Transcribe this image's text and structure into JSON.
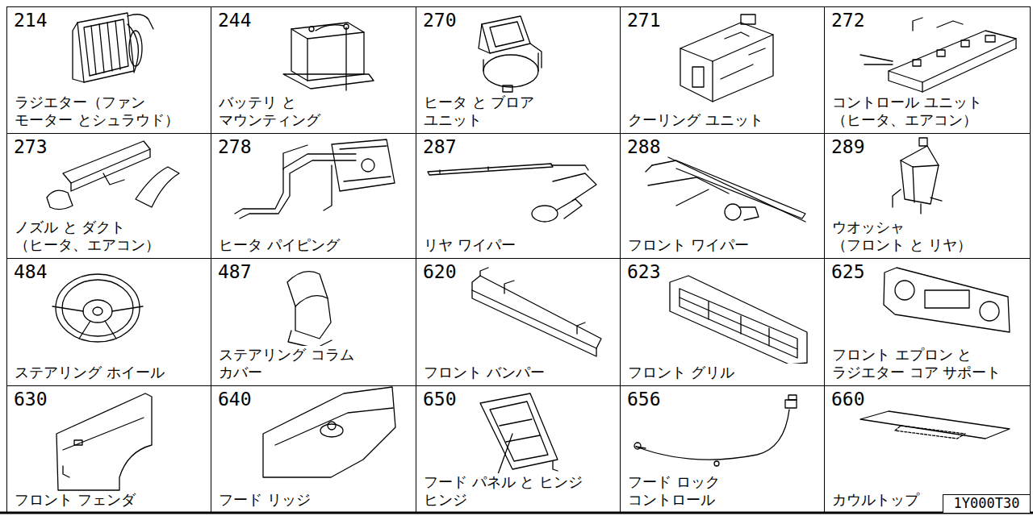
{
  "diagram": {
    "nodes": [
      {
        "text": [
          "214",
          "ラジエター（ファン モーター とシュラウド）"
        ]
      },
      {
        "text": [
          "244",
          "バッテリ と マウンティング"
        ]
      },
      {
        "text": [
          "270",
          "ヒータ と ブロア ユニット"
        ]
      },
      {
        "text": [
          "271",
          "クーリング ユニット"
        ]
      },
      {
        "text": [
          "272",
          "コントロール ユニット （ヒータ、エアコン）"
        ]
      },
      {
        "text": [
          "273",
          "ノズル と ダクト （ヒータ、エアコン）"
        ]
      },
      {
        "text": [
          "278",
          "ヒータ パイピング"
        ]
      },
      {
        "text": [
          "287",
          "リヤ ワイパー"
        ]
      },
      {
        "text": [
          "288",
          "フロント ワイパー"
        ]
      },
      {
        "text": [
          "289",
          "ウオッシャ （フロント と リヤ）"
        ]
      },
      {
        "text": [
          "484",
          "ステアリング ホイール"
        ]
      },
      {
        "text": [
          "487",
          "ステアリング コラム カバー"
        ]
      },
      {
        "text": [
          "620",
          "フロント バンパー"
        ]
      },
      {
        "text": [
          "623",
          "フロント グリル"
        ]
      },
      {
        "text": [
          "625",
          "フロント エプロン と ラジエター コア サポート"
        ]
      },
      {
        "text": [
          "630",
          "フロント フェンダ"
        ]
      },
      {
        "text": [
          "640",
          "フード リッジ"
        ]
      },
      {
        "text": [
          "650",
          "フード パネル と ヒンジ ヒンジ"
        ]
      },
      {
        "text": [
          "656",
          "フード ロック コントロール"
        ]
      },
      {
        "text": [
          "660",
          "カウルトップ"
        ]
      },
      {
        "text": [
          "1Y000T30"
        ]
      }
    ]
  }
}
